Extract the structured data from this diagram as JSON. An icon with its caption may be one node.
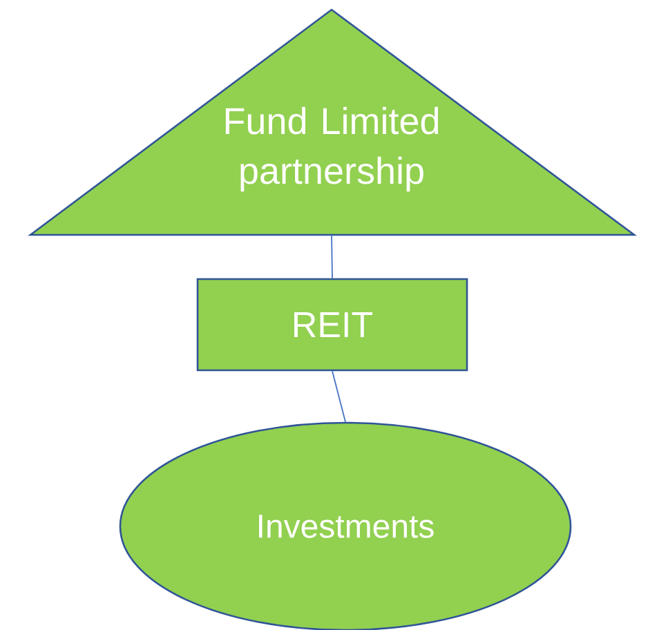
{
  "diagram": {
    "nodes": [
      {
        "text": [
          "Fund Limited partnership"
        ]
      },
      {
        "text": [
          "REIT"
        ]
      },
      {
        "text": [
          "Investments"
        ]
      }
    ],
    "edges": [
      {
        "from": 0,
        "to": 1,
        "arrow": "none"
      },
      {
        "from": 1,
        "to": 2,
        "arrow": "none"
      }
    ]
  }
}
